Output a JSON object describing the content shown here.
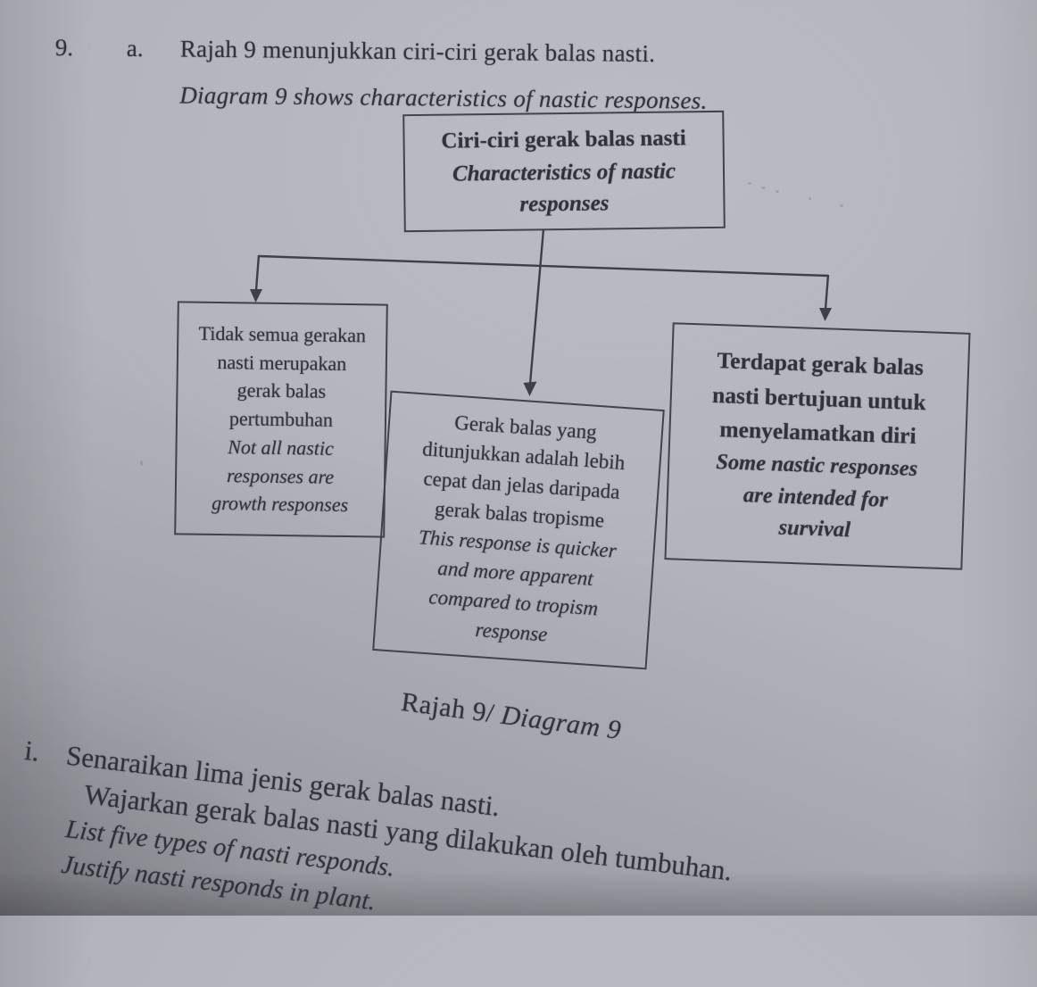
{
  "document": {
    "question_number": "9.",
    "part_label": "a.",
    "intro": {
      "malay": "Rajah 9 menunjukkan ciri-ciri gerak balas nasti.",
      "english": "Diagram 9 shows characteristics of nastic responses."
    },
    "diagram": {
      "top_box": {
        "malay": "Ciri-ciri gerak balas nasti",
        "english": [
          "Characteristics of nastic",
          "responses"
        ]
      },
      "left_box": {
        "malay": [
          "Tidak semua gerakan",
          "nasti merupakan",
          "gerak balas",
          "pertumbuhan"
        ],
        "english": [
          "Not all nastic",
          "responses are",
          "growth responses"
        ]
      },
      "middle_box": {
        "malay": [
          "Gerak balas yang",
          "ditunjukkan adalah lebih",
          "cepat dan jelas daripada",
          "gerak balas tropisme"
        ],
        "english": [
          "This response is quicker",
          "and more apparent",
          "compared to tropism",
          "response"
        ]
      },
      "right_box": {
        "malay": [
          "Terdapat gerak balas",
          "nasti bertujuan untuk",
          "menyelamatkan diri"
        ],
        "english": [
          "Some nastic responses",
          "are intended for",
          "survival"
        ]
      }
    },
    "caption": {
      "malay": "Rajah 9/",
      "english": "Diagram 9"
    },
    "subquestion": {
      "marker": "i.",
      "malay_line1": "Senaraikan lima jenis gerak balas nasti.",
      "malay_line2": "Wajarkan gerak balas nasti yang dilakukan oleh tumbuhan.",
      "english_line1": "List five types of nasti responds.",
      "english_line2": "Justify nasti responds in plant."
    }
  },
  "colors": {
    "paper": "#b2b3bb",
    "ink": "#31323c",
    "line": "#3e3f49"
  }
}
